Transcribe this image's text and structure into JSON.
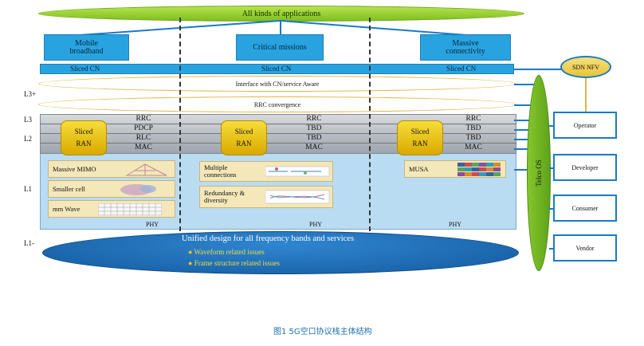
{
  "top_app": "All kinds of applications",
  "services": [
    "Mobile broadband",
    "Critical missions",
    "Massive connectivity"
  ],
  "sliced_cn": "Sliced CN",
  "sdn_nfv": "SDN NFV",
  "interface_label": "Interface with CN/service Aware",
  "rrc_convergence": "RRC convergence",
  "layers": {
    "l3plus": "L3+",
    "l3": "L3",
    "l2": "L2",
    "l1": "L1",
    "l1minus": "L1-"
  },
  "sliced_ran": {
    "line1": "Sliced",
    "line2": "RAN"
  },
  "columns": [
    {
      "protos": [
        "RRC",
        "PDCP",
        "RLC",
        "MAC"
      ],
      "tags": [
        "Massive MIMO",
        "Smaller cell",
        "mm Wave"
      ],
      "phy": "PHY"
    },
    {
      "protos": [
        "RRC",
        "TBD",
        "TBD",
        "MAC"
      ],
      "tags": [
        "Multiple connections",
        "Redundancy & diversity"
      ],
      "phy": "PHY"
    },
    {
      "protos": [
        "RRC",
        "TBD",
        "TBD",
        "MAC"
      ],
      "tags": [
        "MUSA"
      ],
      "phy": "PHY"
    }
  ],
  "telco_os": "Telco OS",
  "side_boxes": [
    "Operator",
    "Developer",
    "Consumer",
    "Vendor"
  ],
  "unified": {
    "title": "Unified design for all frequency bands and services",
    "items": [
      "Waveform related issues",
      "Frame structure related issues"
    ]
  },
  "caption": "图1  5G空口协议栈主体结构"
}
